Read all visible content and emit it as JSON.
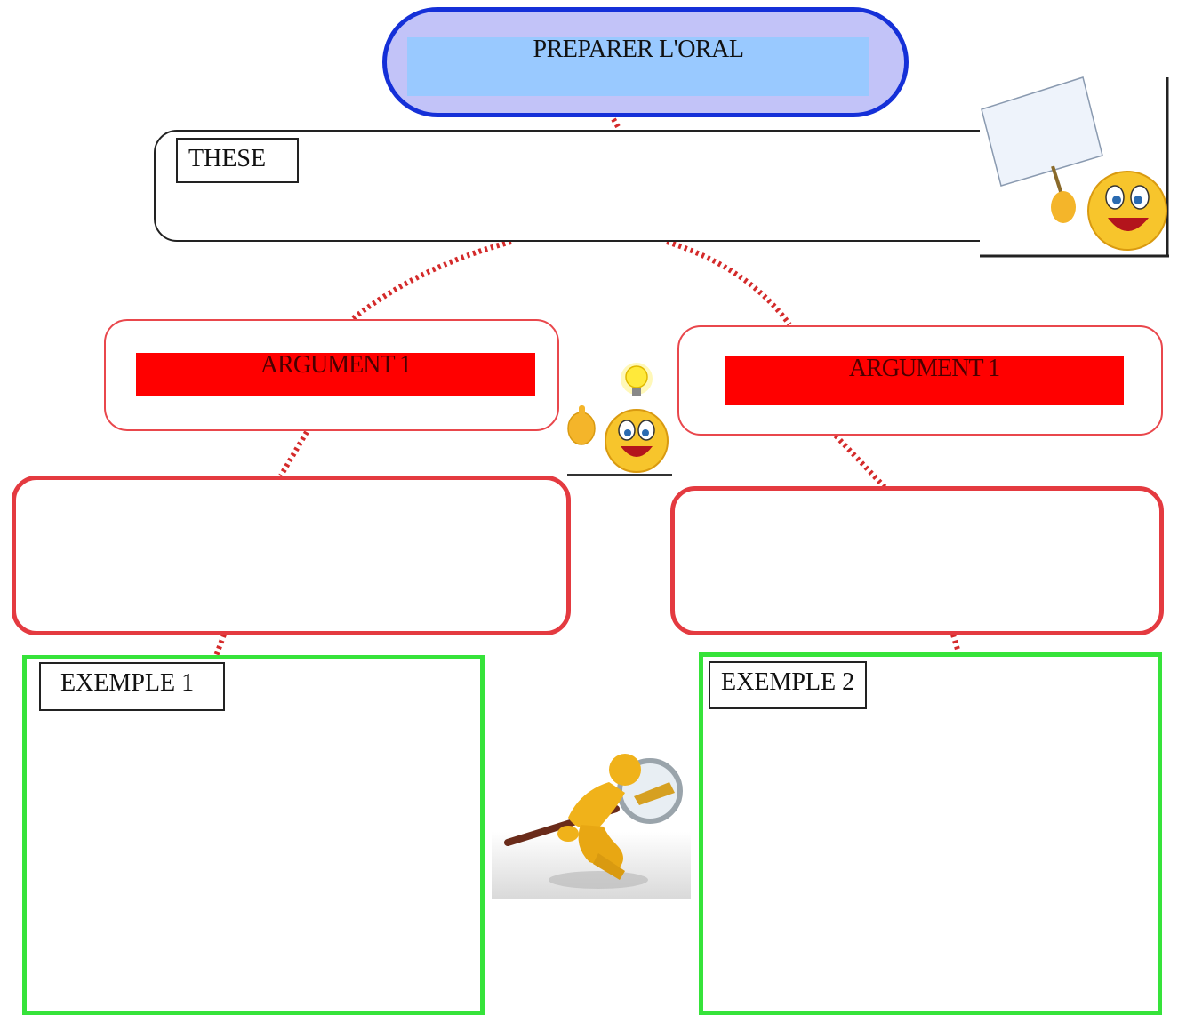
{
  "title": "PREPARER L'ORAL",
  "these": {
    "label": "THESE"
  },
  "arguments": [
    {
      "label": "ARGUMENT 1"
    },
    {
      "label": "ARGUMENT 1"
    }
  ],
  "examples": [
    {
      "label": "EXEMPLE 1"
    },
    {
      "label": "EXEMPLE 2"
    }
  ],
  "colors": {
    "title_border": "#1530d8",
    "title_fill": "#c2c3f8",
    "title_inner": "#99c9ff",
    "argument_border": "#e9474c",
    "argument_bar": "#ff0000",
    "connector": "#d42a2a",
    "example_border": "#36e33a"
  },
  "icons": [
    "smiley-with-sign-icon",
    "idea-smiley-icon",
    "magnifier-figure-icon"
  ]
}
